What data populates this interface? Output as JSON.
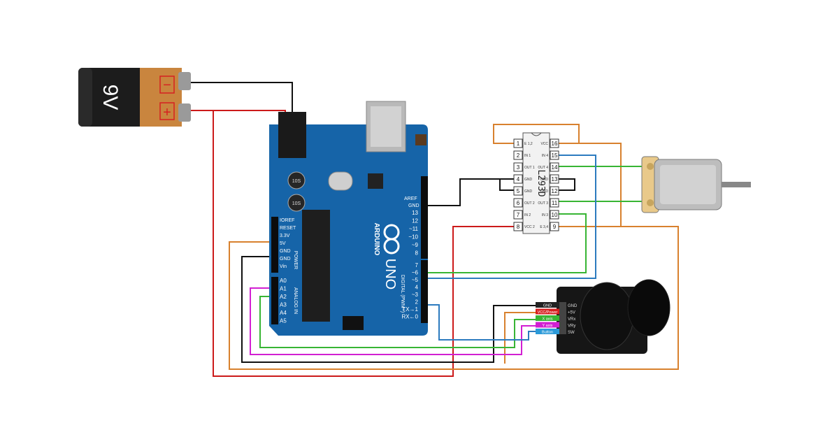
{
  "battery": {
    "label": "9V",
    "minus": "−",
    "plus": "+"
  },
  "arduino": {
    "brand": "ARDUINO",
    "model": "UNO",
    "aref": "AREF",
    "gnd": "GND",
    "power_pins": [
      "IOREF",
      "RESET",
      "3.3V",
      "5V",
      "GND",
      "GND",
      "Vin"
    ],
    "analog_pins": [
      "A0",
      "A1",
      "A2",
      "A3",
      "A4",
      "A5"
    ],
    "power_title": "POWER",
    "analog_title": "ANALOG IN",
    "digital_title": "DIGITAL (PWM~)",
    "digital_top": [
      "13",
      "12",
      "~11",
      "~10",
      "~9",
      "8"
    ],
    "digital_bottom": [
      "7",
      "~6",
      "~5",
      "4",
      "~3",
      "2",
      "TX→1",
      "RX←0"
    ],
    "cap_labels": [
      "10S",
      "10S"
    ]
  },
  "driver": {
    "chip": "L293D",
    "left_pins": [
      {
        "num": "1",
        "name": "E 1,2"
      },
      {
        "num": "2",
        "name": "IN 1"
      },
      {
        "num": "3",
        "name": "OUT 1"
      },
      {
        "num": "4",
        "name": "GND"
      },
      {
        "num": "5",
        "name": "GND"
      },
      {
        "num": "6",
        "name": "OUT 2"
      },
      {
        "num": "7",
        "name": "IN 2"
      },
      {
        "num": "8",
        "name": "VCC 2"
      }
    ],
    "right_pins": [
      {
        "num": "16",
        "name": "VCC"
      },
      {
        "num": "15",
        "name": "IN 4"
      },
      {
        "num": "14",
        "name": "OUT 4"
      },
      {
        "num": "13",
        "name": "GND"
      },
      {
        "num": "12",
        "name": "GND"
      },
      {
        "num": "11",
        "name": "OUT 3"
      },
      {
        "num": "10",
        "name": "IN 3"
      },
      {
        "num": "9",
        "name": "E 3,4"
      }
    ]
  },
  "joystick": {
    "tags": [
      "GND",
      "VCC/Power",
      "X axis",
      "Y axis",
      "Button"
    ],
    "pins": [
      "GND",
      "+5V",
      "VRx",
      "VRy",
      "SW"
    ]
  },
  "colors": {
    "black": "#111111",
    "red": "#cc1a1a",
    "orange": "#d8812e",
    "green": "#38b534",
    "blue": "#2c7bbf",
    "magenta": "#d21fd2",
    "board": "#1664a8"
  }
}
